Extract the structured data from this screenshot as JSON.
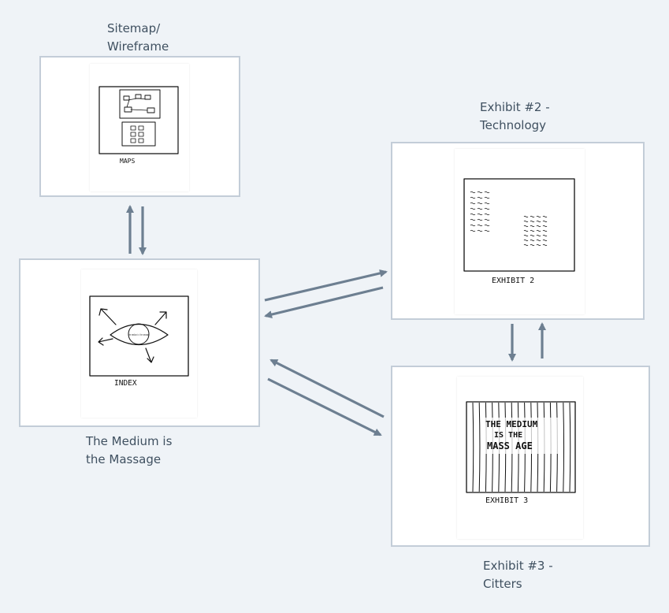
{
  "nodes": {
    "sitemap": {
      "title": "Sitemap/\nWireframe",
      "sketch_caption": "MAPS"
    },
    "index": {
      "title": "The Medium is\nthe Massage",
      "sketch_caption": "INDEX",
      "eye_text": "the medium is the massage"
    },
    "exhibit2": {
      "title": "Exhibit #2 -\nTechnology",
      "sketch_caption": "EXHIBIT 2"
    },
    "exhibit3": {
      "title": "Exhibit #3 -\nCitters",
      "sketch_caption": "EXHIBIT 3",
      "poster_line1": "THE MEDIUM",
      "poster_line2": "IS THE",
      "poster_line3": "MASS AGE"
    }
  },
  "colors": {
    "background": "#eff3f7",
    "frame_border": "#c3cdd8",
    "arrow": "#6d7f91",
    "label_text": "#3f5060"
  },
  "connections": [
    {
      "from": "sitemap",
      "to": "index"
    },
    {
      "from": "index",
      "to": "sitemap"
    },
    {
      "from": "index",
      "to": "exhibit2"
    },
    {
      "from": "exhibit2",
      "to": "index"
    },
    {
      "from": "exhibit2",
      "to": "exhibit3"
    },
    {
      "from": "exhibit3",
      "to": "exhibit2"
    },
    {
      "from": "exhibit3",
      "to": "index"
    },
    {
      "from": "index",
      "to": "exhibit3"
    }
  ]
}
